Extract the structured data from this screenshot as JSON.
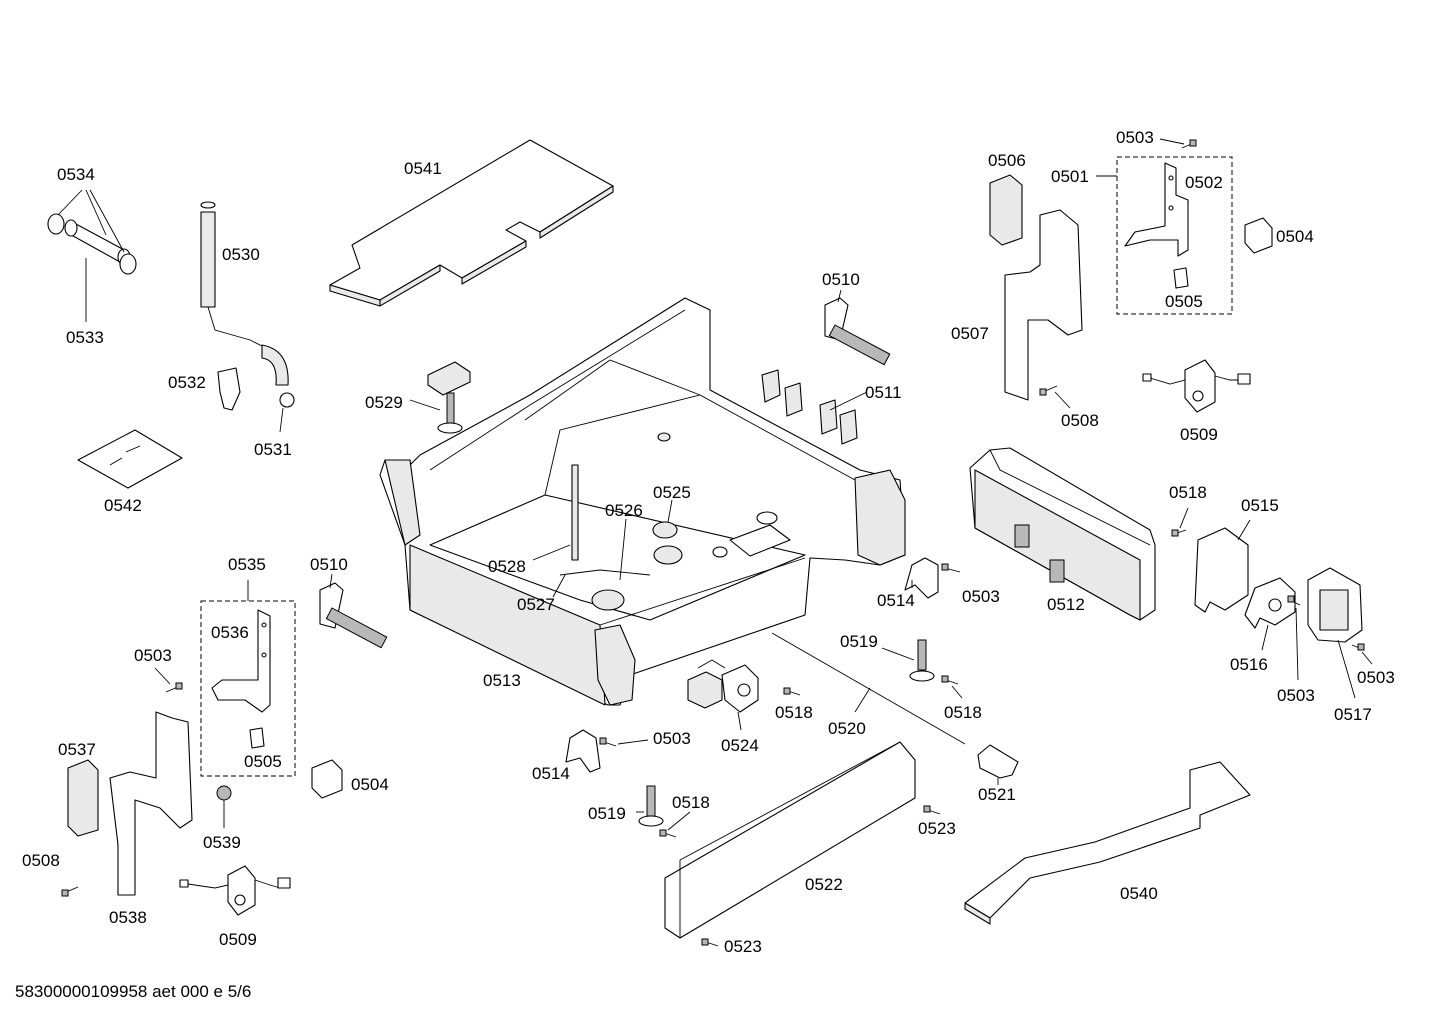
{
  "footer": "58300000109958 aet 000 e 5/6",
  "labels": {
    "l0534": "0534",
    "l0533": "0533",
    "l0530": "0530",
    "l0532": "0532",
    "l0531": "0531",
    "l0542": "0542",
    "l0541": "0541",
    "l0529": "0529",
    "l0510a": "0510",
    "l0510b": "0510",
    "l0511": "0511",
    "l0525": "0525",
    "l0526": "0526",
    "l0528": "0528",
    "l0527": "0527",
    "l0513": "0513",
    "l0535": "0535",
    "l0536": "0536",
    "l0503a": "0503",
    "l0505a": "0505",
    "l0504a": "0504",
    "l0537": "0537",
    "l0539": "0539",
    "l0508a": "0508",
    "l0538": "0538",
    "l0509a": "0509",
    "l0506": "0506",
    "l0501": "0501",
    "l0503b": "0503",
    "l0502": "0502",
    "l0504b": "0504",
    "l0505b": "0505",
    "l0507": "0507",
    "l0508b": "0508",
    "l0509b": "0509",
    "l0512": "0512",
    "l0514a": "0514",
    "l0503c": "0503",
    "l0518a": "0518",
    "l0515": "0515",
    "l0516": "0516",
    "l0503d": "0503",
    "l0517": "0517",
    "l0503e": "0503",
    "l0519a": "0519",
    "l0518b": "0518",
    "l0518c": "0518",
    "l0520": "0520",
    "l0524": "0524",
    "l0503f": "0503",
    "l0514b": "0514",
    "l0519b": "0519",
    "l0518d": "0518",
    "l0521": "0521",
    "l0523a": "0523",
    "l0522": "0522",
    "l0523b": "0523",
    "l0540": "0540"
  }
}
